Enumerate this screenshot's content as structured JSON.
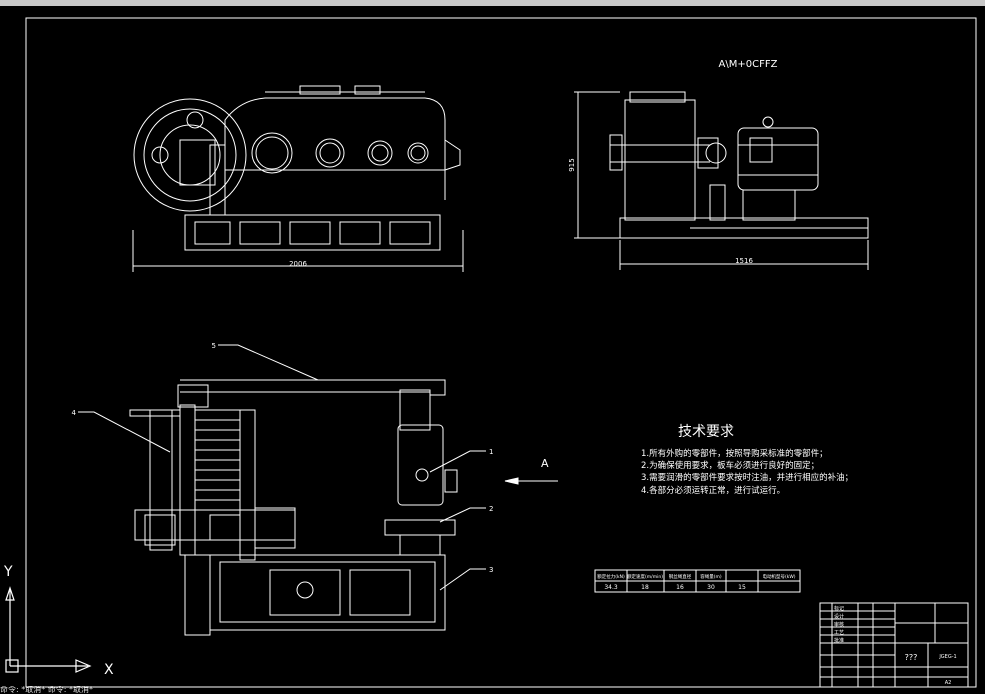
{
  "colors": {
    "background": "#000000",
    "lines": "#ffffff",
    "frame": "#ffffff"
  },
  "views": {
    "front": {
      "dim_width": "2006"
    },
    "side": {
      "title": "A\\M+0CFFZ",
      "dim_width": "1516",
      "dim_height": "915"
    },
    "plan": {
      "view_arrow_label": "A",
      "callouts": [
        "1",
        "2",
        "3",
        "4",
        "5"
      ]
    }
  },
  "technical_requirements": {
    "title": "技术要求",
    "items": [
      "1.所有外购的零部件，按照导购采标准的零部件；",
      "2.为确保使用要求，板车必须进行良好的固定；",
      "3.需要润滑的零部件要求按时注油，并进行相应的补油；",
      "4.各部分必须运转正常，进行试运行。"
    ]
  },
  "spec_table": {
    "headers": [
      "额定拉力(kN)",
      "额定速度(m/min)",
      "钢丝绳直径",
      "容绳量(m)",
      "电动机型号(kW)"
    ],
    "values": [
      "34.3",
      "18",
      "16",
      "30",
      "15"
    ]
  },
  "title_block": {
    "drawing_name": "???",
    "drawing_code": "JGEG-1",
    "scale": "A2",
    "rows": [
      "标记",
      "设计",
      "审核",
      "工艺",
      "批准"
    ]
  },
  "ucs": {
    "x_label": "X",
    "y_label": "Y"
  },
  "command_line": "命令: *取消*  命令: *取消*"
}
